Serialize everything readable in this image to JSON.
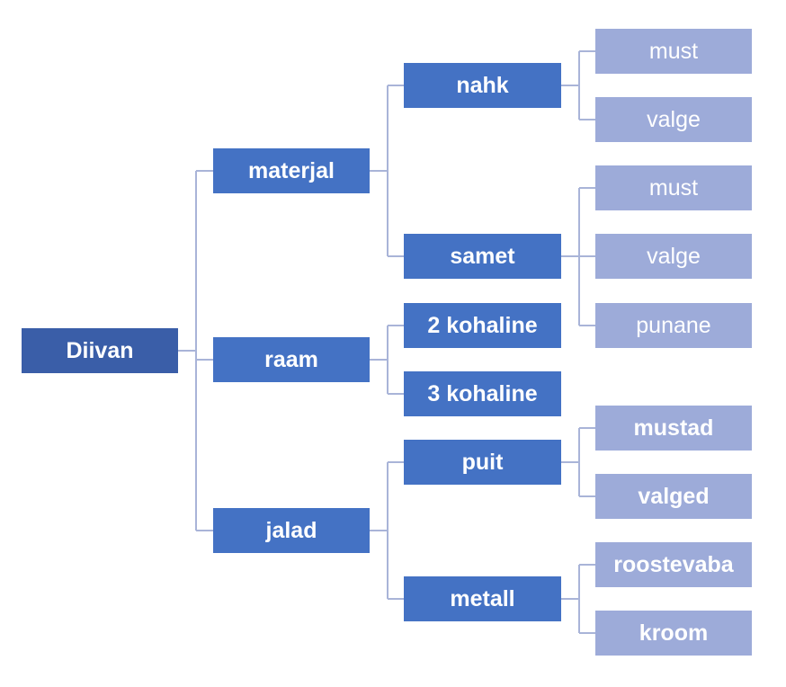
{
  "colors": {
    "root": "#3a5ea8",
    "branch": "#4472c4",
    "leaf": "#9dabd9",
    "connector": "#a9b4d8"
  },
  "tree": {
    "root": {
      "label": "Diivan"
    },
    "level1": [
      {
        "label": "materjal"
      },
      {
        "label": "raam"
      },
      {
        "label": "jalad"
      }
    ],
    "level2": [
      {
        "label": "nahk"
      },
      {
        "label": "samet"
      },
      {
        "label": "2 kohaline"
      },
      {
        "label": "3 kohaline"
      },
      {
        "label": "puit"
      },
      {
        "label": "metall"
      }
    ],
    "level3": [
      {
        "label": "must"
      },
      {
        "label": "valge"
      },
      {
        "label": "must"
      },
      {
        "label": "valge"
      },
      {
        "label": "punane"
      },
      {
        "label": "mustad"
      },
      {
        "label": "valged"
      },
      {
        "label": "roostevaba"
      },
      {
        "label": "kroom"
      }
    ]
  }
}
